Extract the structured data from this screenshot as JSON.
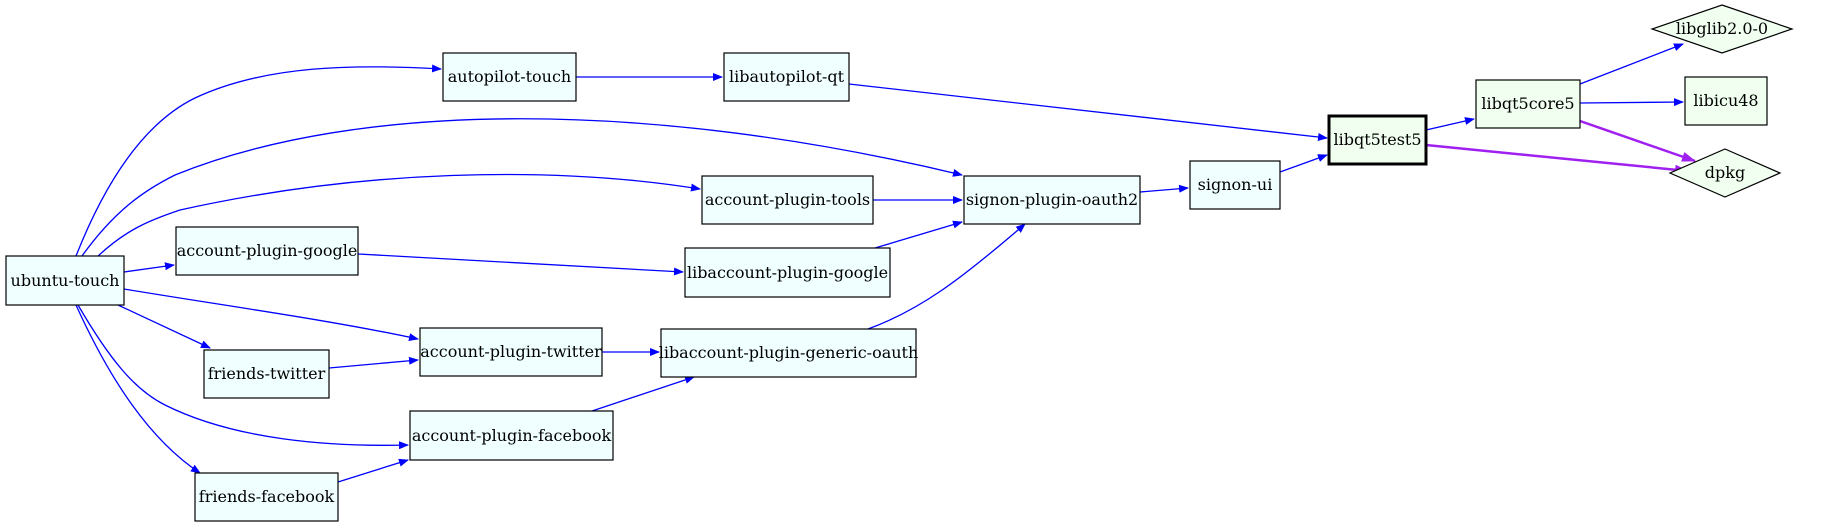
{
  "colors": {
    "edge": "#0000ff",
    "edge_highlight": "#a020f0",
    "node_fill_cyan": "#f0ffff",
    "node_fill_green": "#f0fff0",
    "stroke": "#000000"
  },
  "nodes": {
    "ubuntu_touch": "ubuntu-touch",
    "autopilot_touch": "autopilot-touch",
    "libautopilot_qt": "libautopilot-qt",
    "account_plugin_tools": "account-plugin-tools",
    "account_plugin_google": "account-plugin-google",
    "libaccount_plugin_google": "libaccount-plugin-google",
    "signon_plugin_oauth2": "signon-plugin-oauth2",
    "signon_ui": "signon-ui",
    "libqt5test5": "libqt5test5",
    "libqt5core5": "libqt5core5",
    "libglib2_0_0": "libglib2.0-0",
    "libicu48": "libicu48",
    "dpkg": "dpkg",
    "account_plugin_twitter": "account-plugin-twitter",
    "friends_twitter": "friends-twitter",
    "libaccount_plugin_generic_oauth": "libaccount-plugin-generic-oauth",
    "account_plugin_facebook": "account-plugin-facebook",
    "friends_facebook": "friends-facebook"
  },
  "edges": [
    {
      "from": "ubuntu-touch",
      "to": "autopilot-touch"
    },
    {
      "from": "ubuntu-touch",
      "to": "signon-plugin-oauth2"
    },
    {
      "from": "ubuntu-touch",
      "to": "account-plugin-tools"
    },
    {
      "from": "ubuntu-touch",
      "to": "account-plugin-google"
    },
    {
      "from": "ubuntu-touch",
      "to": "account-plugin-twitter"
    },
    {
      "from": "ubuntu-touch",
      "to": "friends-twitter"
    },
    {
      "from": "ubuntu-touch",
      "to": "account-plugin-facebook"
    },
    {
      "from": "ubuntu-touch",
      "to": "friends-facebook"
    },
    {
      "from": "autopilot-touch",
      "to": "libautopilot-qt"
    },
    {
      "from": "libautopilot-qt",
      "to": "libqt5test5"
    },
    {
      "from": "account-plugin-tools",
      "to": "signon-plugin-oauth2"
    },
    {
      "from": "account-plugin-google",
      "to": "libaccount-plugin-google"
    },
    {
      "from": "libaccount-plugin-google",
      "to": "signon-plugin-oauth2"
    },
    {
      "from": "libaccount-plugin-generic-oauth",
      "to": "signon-plugin-oauth2"
    },
    {
      "from": "signon-plugin-oauth2",
      "to": "signon-ui"
    },
    {
      "from": "signon-ui",
      "to": "libqt5test5"
    },
    {
      "from": "libqt5test5",
      "to": "libqt5core5"
    },
    {
      "from": "libqt5test5",
      "to": "dpkg",
      "highlight": true
    },
    {
      "from": "libqt5core5",
      "to": "libglib2.0-0"
    },
    {
      "from": "libqt5core5",
      "to": "libicu48"
    },
    {
      "from": "libqt5core5",
      "to": "dpkg",
      "highlight": true
    },
    {
      "from": "friends-twitter",
      "to": "account-plugin-twitter"
    },
    {
      "from": "account-plugin-twitter",
      "to": "libaccount-plugin-generic-oauth"
    },
    {
      "from": "account-plugin-facebook",
      "to": "libaccount-plugin-generic-oauth"
    },
    {
      "from": "friends-facebook",
      "to": "account-plugin-facebook"
    }
  ]
}
